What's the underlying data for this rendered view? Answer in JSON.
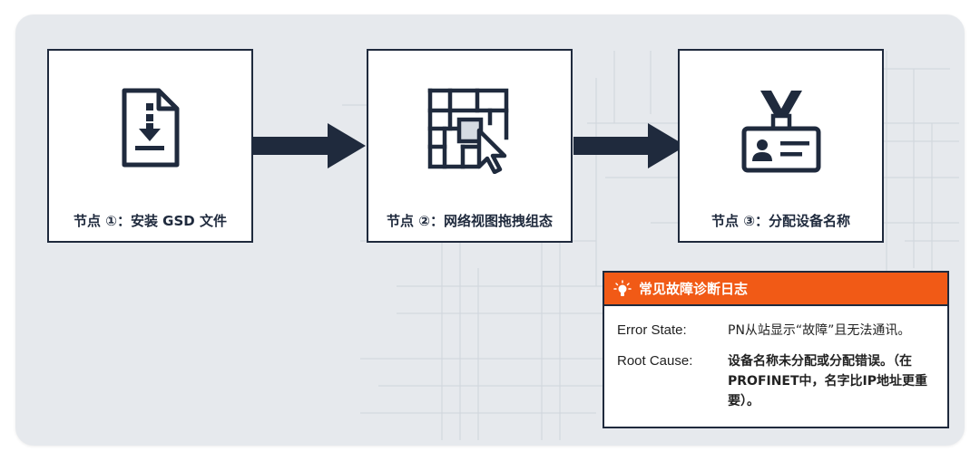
{
  "steps": [
    {
      "label": "节点 ①：安装 GSD 文件",
      "icon": "document-download-icon"
    },
    {
      "label": "节点 ②：网络视图拖拽组态",
      "icon": "grid-cursor-icon"
    },
    {
      "label": "节点 ③：分配设备名称",
      "icon": "id-badge-icon"
    }
  ],
  "log": {
    "title": "常见故障诊断日志",
    "icon": "lightbulb-icon",
    "error_state_key": "Error State:",
    "error_state_value": "PN从站显示“故障”且无法通讯。",
    "root_cause_key": "Root Cause:",
    "root_cause_value": "设备名称未分配或分配错误。（在PROFINET中，名字比IP地址更重要）。"
  },
  "colors": {
    "navy": "#1f2a3d",
    "header_orange": "#f15a16",
    "background": "#e6e9ed"
  }
}
